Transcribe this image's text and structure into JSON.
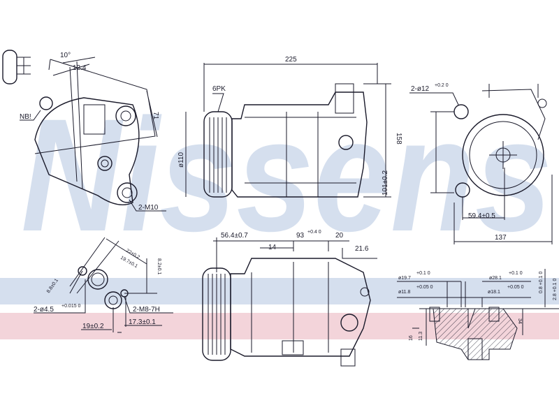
{
  "watermark": {
    "brand": "Nissens",
    "band_colors": [
      "#d5dfee",
      "#f3d4da"
    ]
  },
  "views": {
    "front_left": {
      "angle": "10°",
      "offset": "12.4",
      "note": "NB!",
      "height": "71",
      "mount": "2-M10"
    },
    "side_top": {
      "length": "225",
      "belt": "6PK",
      "pulley_dia": "ø110",
      "height": "158"
    },
    "rear_right": {
      "holes": "2-ø12",
      "holes_tol": "+0.2 0",
      "vertical": "101±0.2",
      "horizontal": "59.4±0.5",
      "width": "137"
    },
    "port_detail": {
      "d1": "22±0.2",
      "d2": "19.7±0.1",
      "d3": "8.2±0.1",
      "d4": "8.8±0.1",
      "pins": "2-ø4.5",
      "pins_tol": "+0.015 0",
      "thread": "2-M8-7H",
      "d5": "19±0.2",
      "d6": "17.3±0.1"
    },
    "side_bottom": {
      "d1": "56.4±0.7",
      "d2": "93",
      "d2_tol": "+0.4 0",
      "d3": "20",
      "d4": "14",
      "d5": "21.6"
    },
    "section": {
      "a": "ø19.7",
      "a_tol": "+0.1 0",
      "b": "ø11.8",
      "b_tol": "+0.05 0",
      "c": "ø28.1",
      "c_tol": "+0.1 0",
      "d": "ø18.1",
      "d_tol": "+0.05 0",
      "e": "0.8 +0.1 0",
      "f": "2.8 +0.1 0",
      "g": "16",
      "h": "11.3",
      "i": "34"
    }
  }
}
